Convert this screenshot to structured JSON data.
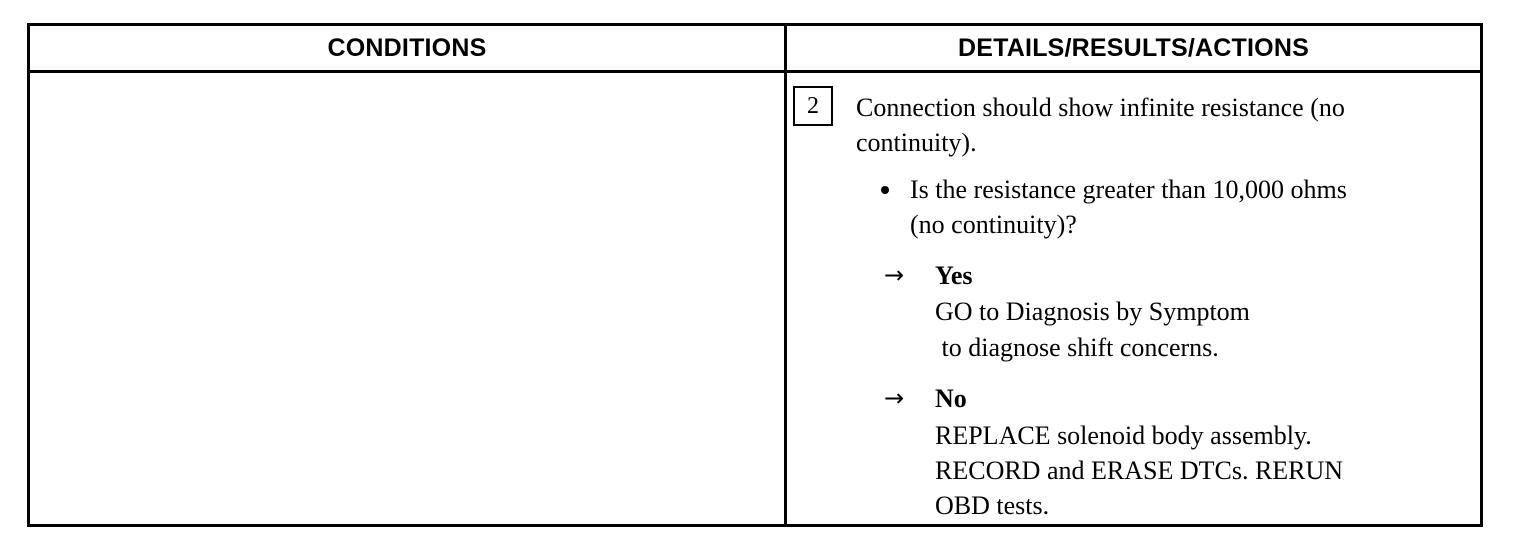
{
  "table": {
    "headers": {
      "conditions": "CONDITIONS",
      "details": "DETAILS/RESULTS/ACTIONS"
    }
  },
  "step": {
    "number": "2",
    "instruction_lines": [
      "Connection should show infinite resistance (no",
      "continuity)."
    ],
    "question_lines": [
      "Is the resistance greater than 10,000 ohms",
      "(no continuity)?"
    ],
    "answers": [
      {
        "label": "Yes",
        "lines": [
          "GO to Diagnosis by Symptom",
          " to diagnose shift concerns."
        ]
      },
      {
        "label": "No",
        "lines": [
          "REPLACE solenoid body assembly.",
          "RECORD and ERASE DTCs. RERUN",
          "OBD tests."
        ]
      }
    ]
  },
  "icons": {
    "bullet": "bullet-dot-icon",
    "arrow": "right-arrow-icon"
  }
}
